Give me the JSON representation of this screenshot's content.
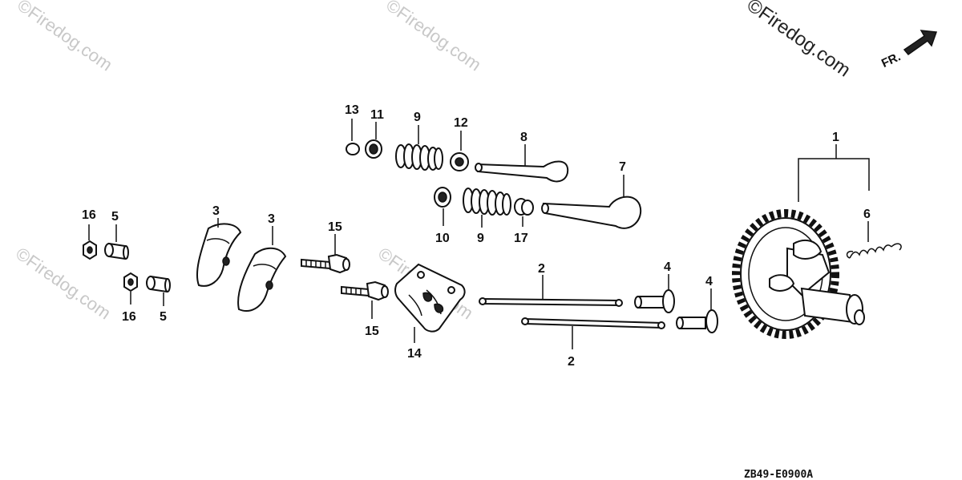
{
  "watermarks": {
    "main": "©Firedog.com",
    "faint": "©Firedog.com"
  },
  "direction_label": "FR.",
  "drawing_code": "ZB49-E0900A",
  "part_numbers": {
    "p1": "1",
    "p2a": "2",
    "p2b": "2",
    "p3a": "3",
    "p3b": "3",
    "p4a": "4",
    "p4b": "4",
    "p5a": "5",
    "p5b": "5",
    "p6": "6",
    "p7": "7",
    "p8": "8",
    "p9a": "9",
    "p9b": "9",
    "p10": "10",
    "p11": "11",
    "p12": "12",
    "p13": "13",
    "p14": "14",
    "p15a": "15",
    "p15b": "15",
    "p16a": "16",
    "p16b": "16",
    "p17": "17"
  }
}
